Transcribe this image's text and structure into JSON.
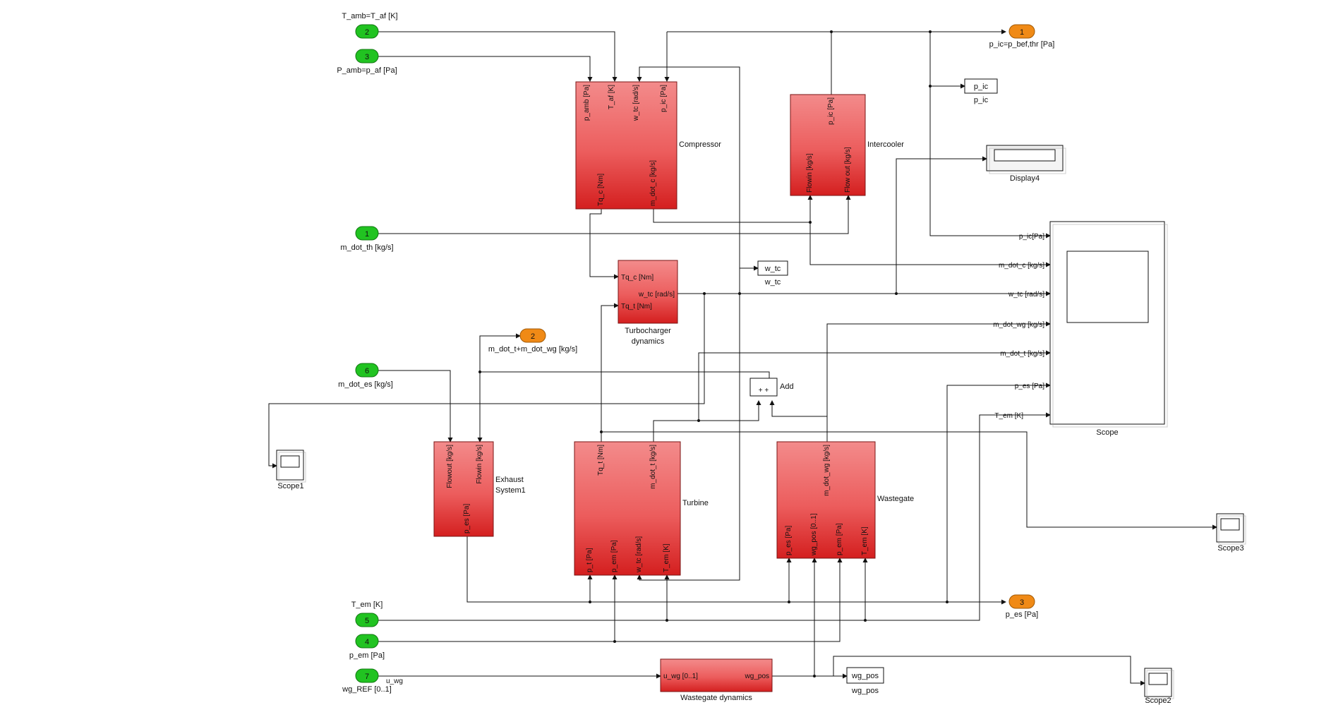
{
  "inports": [
    {
      "id": "in_T_amb",
      "num": "2",
      "label": "T_amb=T_af [K]"
    },
    {
      "id": "in_P_amb",
      "num": "3",
      "label": "P_amb=p_af [Pa]"
    },
    {
      "id": "in_mdot_th",
      "num": "1",
      "label": "m_dot_th [kg/s]"
    },
    {
      "id": "in_mdot_es",
      "num": "6",
      "label": "m_dot_es [kg/s]"
    },
    {
      "id": "in_T_em",
      "num": "5",
      "label": "T_em [K]"
    },
    {
      "id": "in_p_em",
      "num": "4",
      "label": "p_em [Pa]"
    },
    {
      "id": "in_wg_ref",
      "num": "7",
      "label": "wg_REF [0..1]",
      "signal": "u_wg"
    }
  ],
  "outports": [
    {
      "id": "out_p_ic",
      "num": "1",
      "label": "p_ic=p_bef,thr [Pa]"
    },
    {
      "id": "out_mdot_t_wg",
      "num": "2",
      "label": "m_dot_t+m_dot_wg [kg/s]"
    },
    {
      "id": "out_p_es",
      "num": "3",
      "label": "p_es [Pa]"
    }
  ],
  "subsystems": [
    {
      "id": "compressor",
      "name": "Compressor",
      "ports": [
        "p_amb [Pa]",
        "T_af [K]",
        "w_tc [rad/s]",
        "p_ic [Pa]",
        "Tq_c [Nm]",
        "m_dot_c [kg/s]"
      ]
    },
    {
      "id": "intercooler",
      "name": "Intercooler",
      "ports": [
        "p_ic [Pa]",
        "Flowin [kg/s]",
        "Flow out [kg/s]"
      ]
    },
    {
      "id": "turbo",
      "name": "Turbocharger\ndynamics",
      "ports": [
        "Tq_c [Nm]",
        "w_tc [rad/s]",
        "Tq_t [Nm]"
      ]
    },
    {
      "id": "exhaust",
      "name": "Exhaust\nSystem1",
      "ports": [
        "Flowout [kg/s]",
        "Flowin [kg/s]",
        "p_es [Pa]"
      ]
    },
    {
      "id": "turbine",
      "name": "Turbine",
      "ports": [
        "Tq_t [Nm]",
        "m_dot_t [kg/s]",
        "p_t [Pa]",
        "p_em [Pa]",
        "w_tc [rad/s]",
        "T_em [K]"
      ]
    },
    {
      "id": "wastegate",
      "name": "Wastegate",
      "ports": [
        "m_dot_wg [kg/s]",
        "p_es [Pa]",
        "wg_pos [0..1]",
        "p_em [Pa]",
        "T_em [K]"
      ]
    },
    {
      "id": "wgdyn",
      "name": "Wastegate dynamics",
      "ports": [
        "u_wg [0..1]",
        "wg_pos"
      ]
    }
  ],
  "sum_block": {
    "name": "Add",
    "signs": "+ +"
  },
  "gotos": [
    {
      "id": "goto_pic",
      "tag": "p_ic",
      "label": "p_ic"
    },
    {
      "id": "goto_wtc",
      "tag": "w_tc",
      "label": "w_tc"
    },
    {
      "id": "goto_wgpos",
      "tag": "wg_pos",
      "label": "wg_pos"
    }
  ],
  "display": {
    "name": "Display4"
  },
  "scope_main": {
    "name": "Scope",
    "inputs": [
      "p_ic[Pa]",
      "m_dot_c [kg/s]",
      "w_tc [rad/s]",
      "m_dot_wg [kg/s]",
      "m_dot_t [kg/s]",
      "p_es [Pa]",
      "T_em [K]"
    ]
  },
  "scopes_small": [
    {
      "id": "scope1",
      "name": "Scope1"
    },
    {
      "id": "scope3",
      "name": "Scope3"
    },
    {
      "id": "scope2",
      "name": "Scope2"
    }
  ],
  "colors": {
    "block_top": "#f38b8b",
    "block_bottom": "#d41f1f",
    "block_border": "#7a1414",
    "inport": "#21c321",
    "outport": "#f08a16",
    "wire": "#111111"
  }
}
